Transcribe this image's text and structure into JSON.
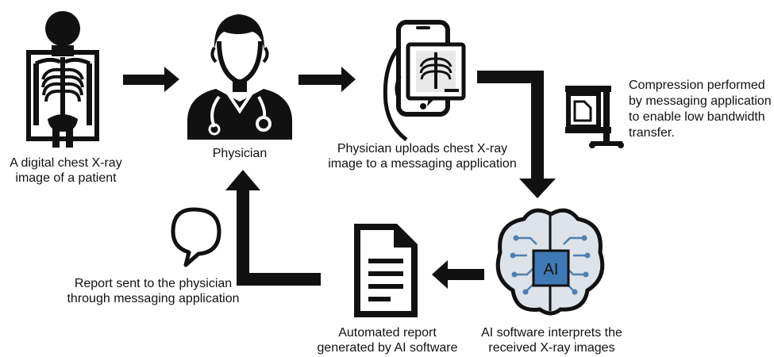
{
  "labels": {
    "xray": [
      "A digital chest X-ray",
      "image of a patient"
    ],
    "physician": [
      "Physician"
    ],
    "upload": [
      "Physician uploads chest X-ray",
      "image to a messaging application"
    ],
    "compression": [
      "Compression performed",
      "by messaging application",
      "to enable low bandwidth",
      "transfer."
    ],
    "ai_software": [
      "AI software interprets the",
      "received X-ray images"
    ],
    "report": [
      "Automated report",
      "generated by AI software"
    ],
    "report_sent": [
      "Report sent to the physician",
      "through messaging application"
    ]
  },
  "ai_chip_text": "AI",
  "icons": [
    "xray-patient-icon",
    "physician-icon",
    "phone-upload-icon",
    "compression-clamp-icon",
    "ai-brain-icon",
    "report-document-icon",
    "speech-bubble-icon"
  ],
  "colors": {
    "ink": "#111111",
    "chip": "#3f79b5",
    "brain_fill": "#dde3e8",
    "circuit": "#4f7fb0"
  }
}
